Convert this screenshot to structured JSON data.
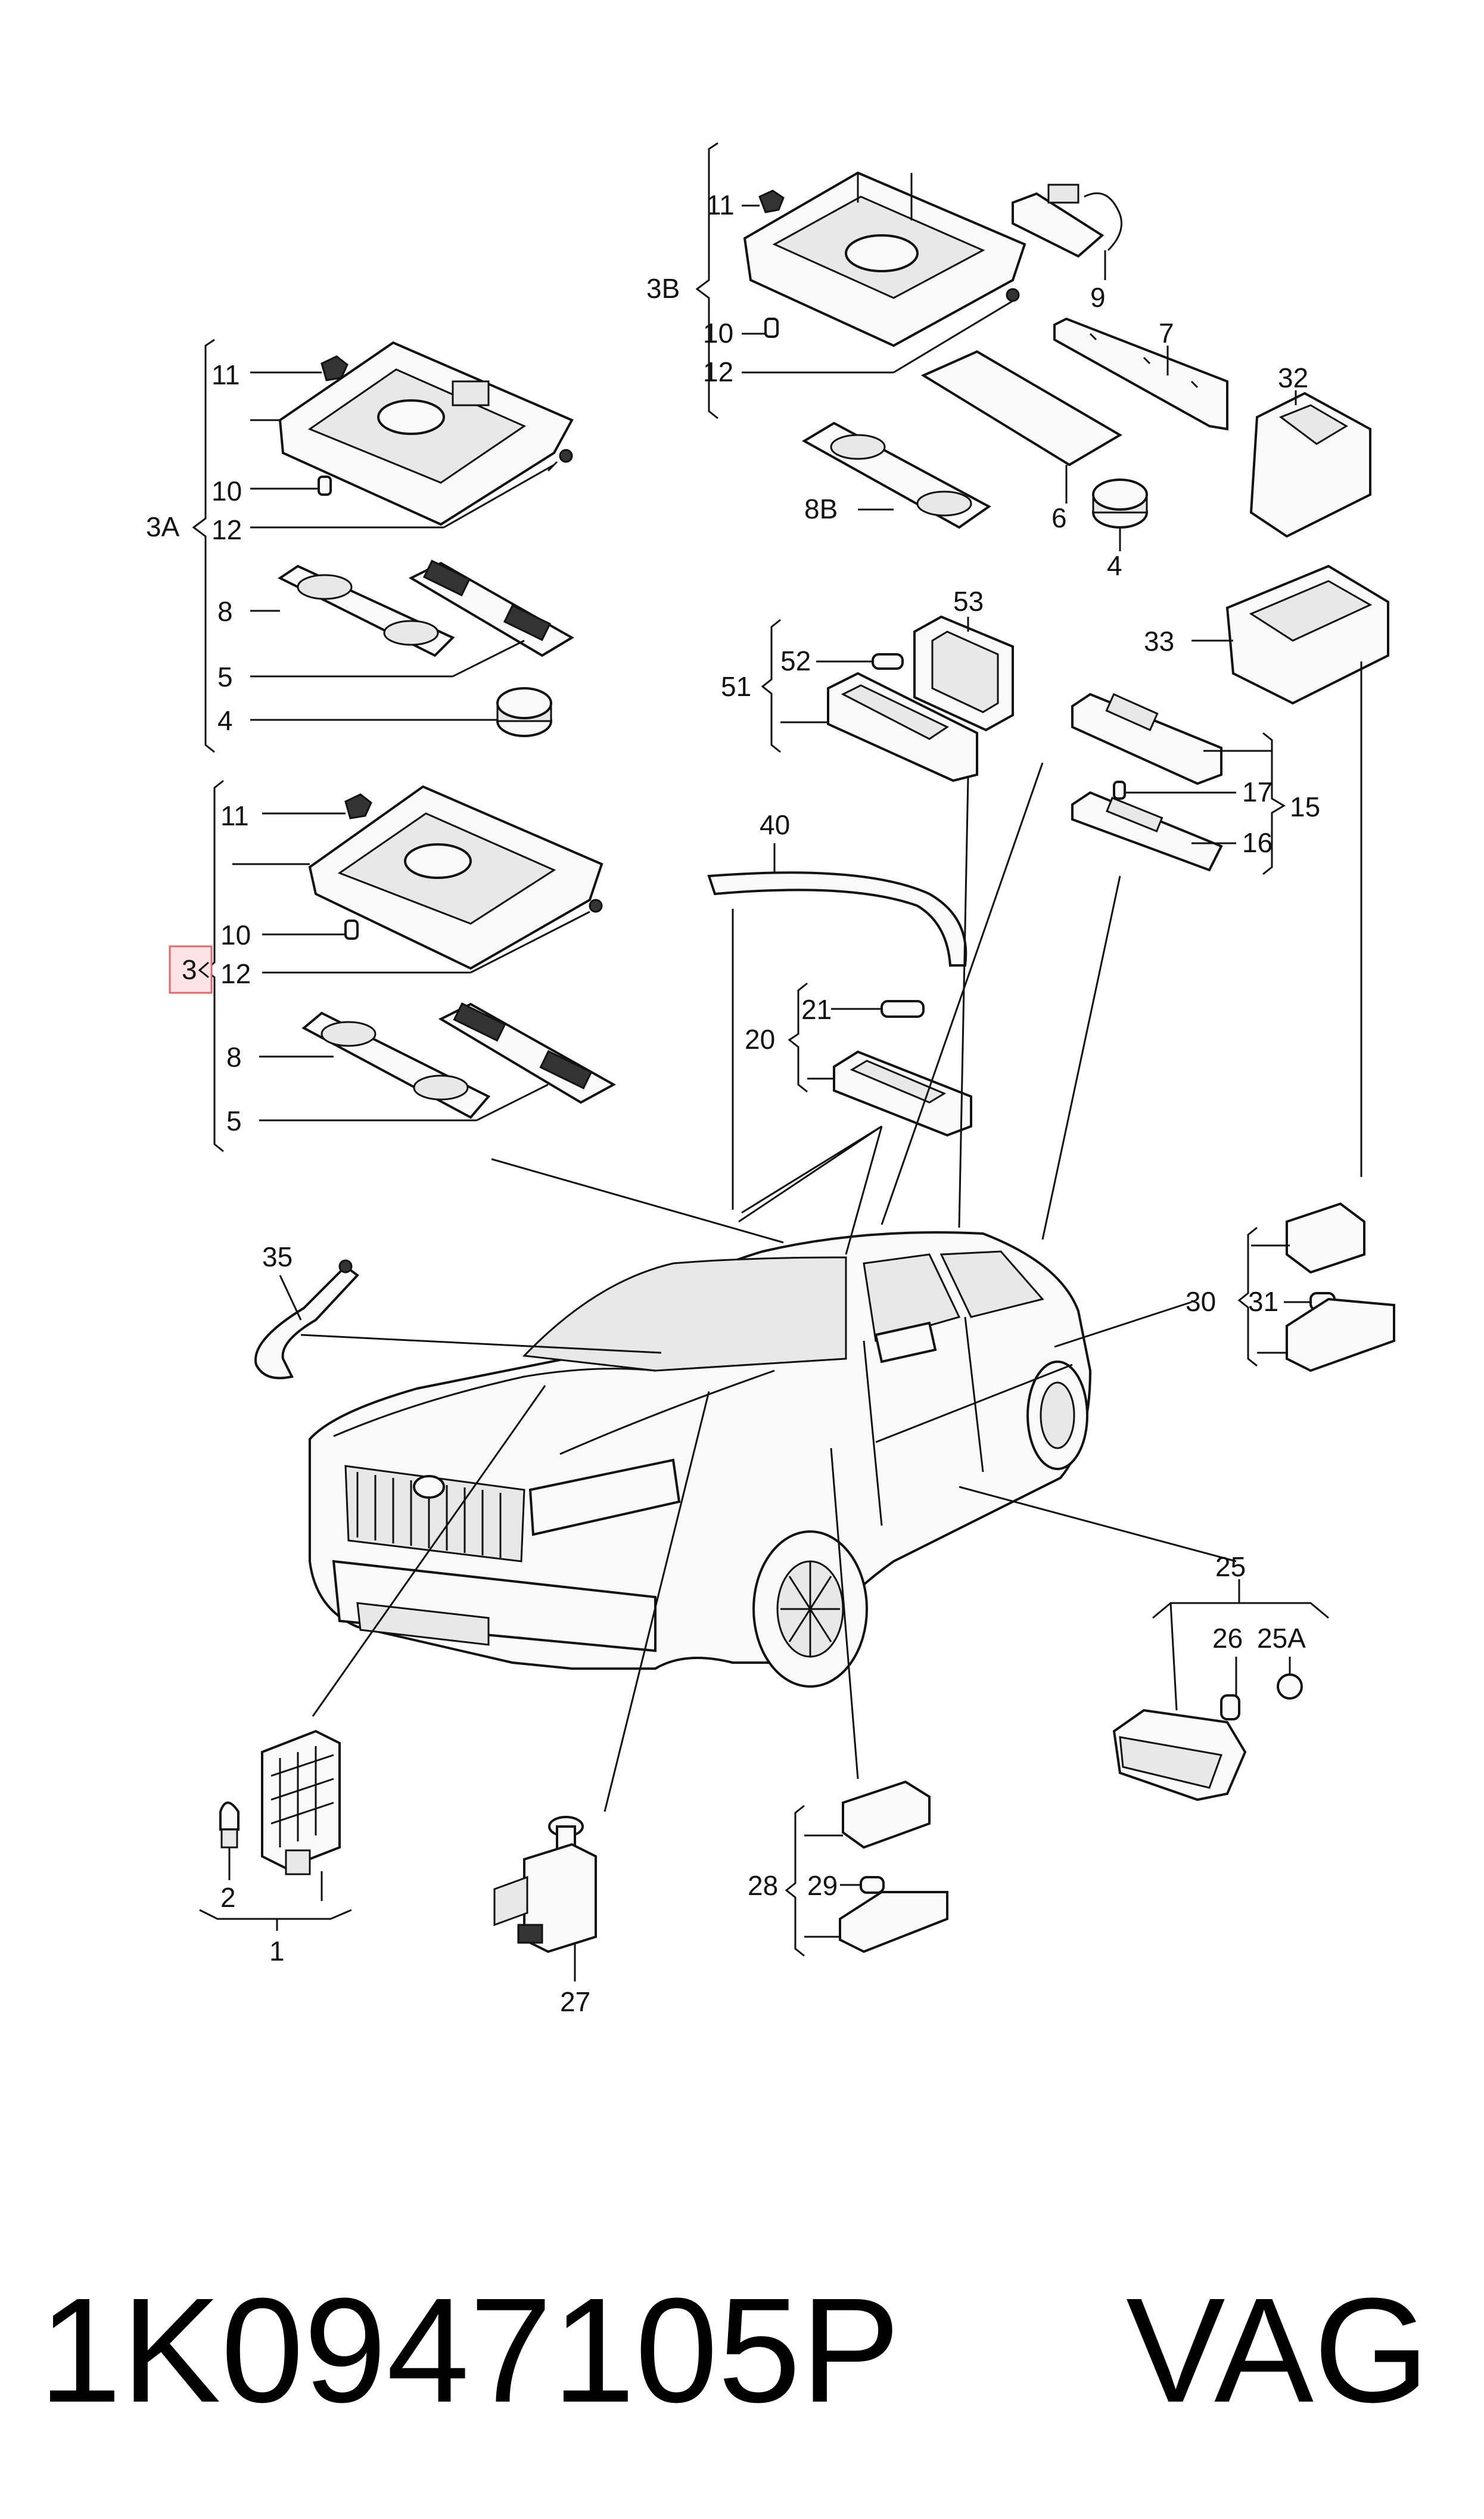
{
  "callouts": {
    "g3A": {
      "n11": "11",
      "n10": "10",
      "n12": "12",
      "n8": "8",
      "n5": "5",
      "n4": "4",
      "group": "3A"
    },
    "g3B": {
      "n11": "11",
      "n10": "10",
      "n12": "12",
      "n9": "9",
      "n7": "7",
      "n32": "32",
      "n8B": "8B",
      "n6": "6",
      "n4": "4",
      "group": "3B"
    },
    "g3": {
      "n11": "11",
      "n10": "10",
      "n12": "12",
      "n8": "8",
      "n5": "5",
      "group": "3"
    },
    "misc": {
      "n53": "53",
      "n52": "52",
      "n51": "51",
      "n33": "33",
      "n17": "17",
      "n16": "16",
      "n15": "15",
      "n40": "40",
      "n21": "21",
      "n20": "20",
      "n35": "35",
      "n30": "30",
      "n31": "31",
      "n25": "25",
      "n26": "26",
      "n25A": "25A",
      "n2": "2",
      "n1": "1",
      "n27": "27",
      "n28": "28",
      "n29": "29"
    }
  },
  "footer": {
    "part_number": "1K0947105P",
    "brand": "VAG"
  },
  "colors": {
    "line": "#111111",
    "highlight_fill": "#fde3e3",
    "highlight_stroke": "#e06a6a"
  },
  "icons": {
    "car": "sedan-car-outline",
    "parts": "interior-light-assemblies"
  }
}
